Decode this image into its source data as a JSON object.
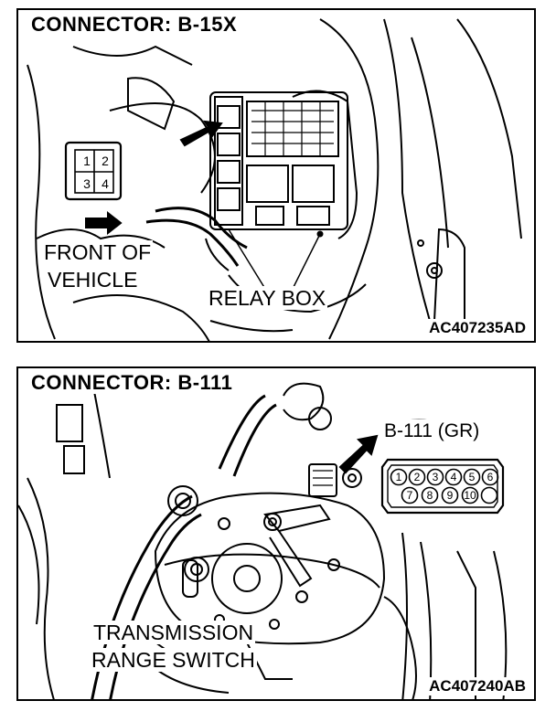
{
  "panels": [
    {
      "title": "CONNECTOR: B-15X",
      "connector_pins": [
        "1",
        "2",
        "3",
        "4"
      ],
      "labels": {
        "front_of_vehicle_line1": "FRONT OF",
        "front_of_vehicle_line2": "VEHICLE",
        "relay_box": "RELAY BOX"
      },
      "figure_code": "AC407235AD"
    },
    {
      "title": "CONNECTOR: B-111",
      "connector_label": "B-111 (GR)",
      "connector_pins": [
        "1",
        "2",
        "3",
        "4",
        "5",
        "6",
        "7",
        "8",
        "9",
        "10"
      ],
      "labels": {
        "transmission_range_switch_line1": "TRANSMISSION",
        "transmission_range_switch_line2": "RANGE SWITCH"
      },
      "figure_code": "AC407240AB"
    }
  ]
}
